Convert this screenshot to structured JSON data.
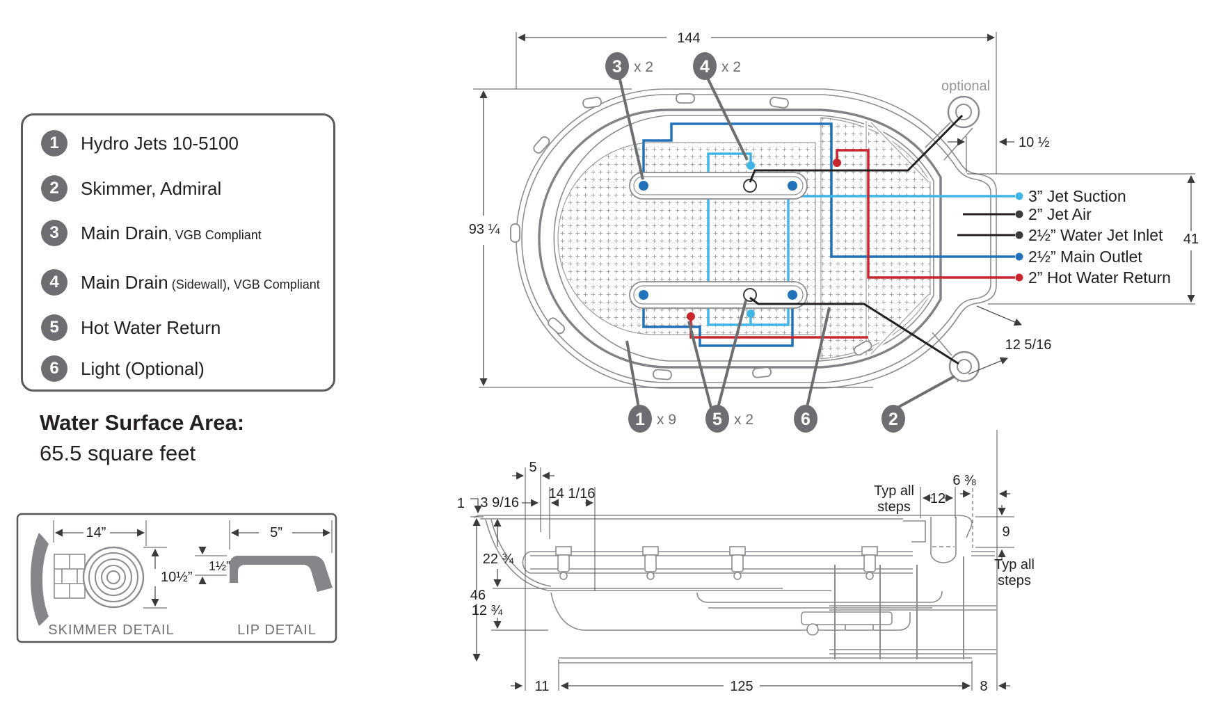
{
  "colors": {
    "drawing_gray": "#8a8c8f",
    "solid_gray": "#848689",
    "badge_gray": "#6d6e71",
    "text": "#231f20",
    "dim_line": "#4f5154",
    "light_blue": "#41b6e6",
    "blue": "#2272b9",
    "red": "#c9252c",
    "black_line": "#3a3a3c"
  },
  "legend": {
    "items": [
      {
        "num": "1",
        "main": "Hydro Jets 10-5100",
        "suffix": ""
      },
      {
        "num": "2",
        "main": "Skimmer, Admiral",
        "suffix": ""
      },
      {
        "num": "3",
        "main": "Main Drain",
        "suffix": ", VGB Compliant"
      },
      {
        "num": "4",
        "main": "Main Drain",
        "suffix": " (Sidewall), VGB Compliant"
      },
      {
        "num": "5",
        "main": "Hot Water Return",
        "suffix": ""
      },
      {
        "num": "6",
        "main": "Light (Optional)",
        "suffix": ""
      }
    ]
  },
  "water_surface": {
    "title": "Water Surface Area:",
    "value": "65.5 square feet"
  },
  "details": {
    "skimmer_label": "SKIMMER DETAIL",
    "lip_label": "LIP DETAIL",
    "skimmer_width": "14”",
    "skimmer_height": "10½”",
    "lip_width": "5”",
    "lip_thickness": "1½”"
  },
  "plan": {
    "length": "144",
    "width": "93 ¼",
    "corner_offset": "10 ½",
    "right_span": "41",
    "skimmer_offset": "12 5/16",
    "optional": "optional",
    "ports": [
      {
        "label": "3” Jet Suction",
        "color": "#41b6e6"
      },
      {
        "label": "2” Jet Air",
        "color": "#3a3a3c"
      },
      {
        "label": "2½” Water Jet Inlet",
        "color": "#3a3a3c"
      },
      {
        "label": "2½” Main Outlet",
        "color": "#2272b9"
      },
      {
        "label": "2” Hot Water Return",
        "color": "#c9252c"
      }
    ],
    "callouts": [
      {
        "num": "3",
        "qty": "x 2"
      },
      {
        "num": "4",
        "qty": "x 2"
      },
      {
        "num": "1",
        "qty": "x 9"
      },
      {
        "num": "5",
        "qty": "x 2"
      },
      {
        "num": "6",
        "qty": ""
      },
      {
        "num": "2",
        "qty": ""
      }
    ]
  },
  "elevation": {
    "dims": {
      "lip": "1",
      "edge": "3 9/16",
      "overhang": "5",
      "first_jet": "14 1/16",
      "seat_depth": "22 ¾",
      "height": "46",
      "lower": "12 ¾",
      "left_base": "11",
      "base": "125",
      "right_base": "8",
      "step": "12",
      "step_edge": "6 ⅜",
      "step_height": "9",
      "typ_line1": "Typ all",
      "typ_line2": "steps"
    }
  }
}
